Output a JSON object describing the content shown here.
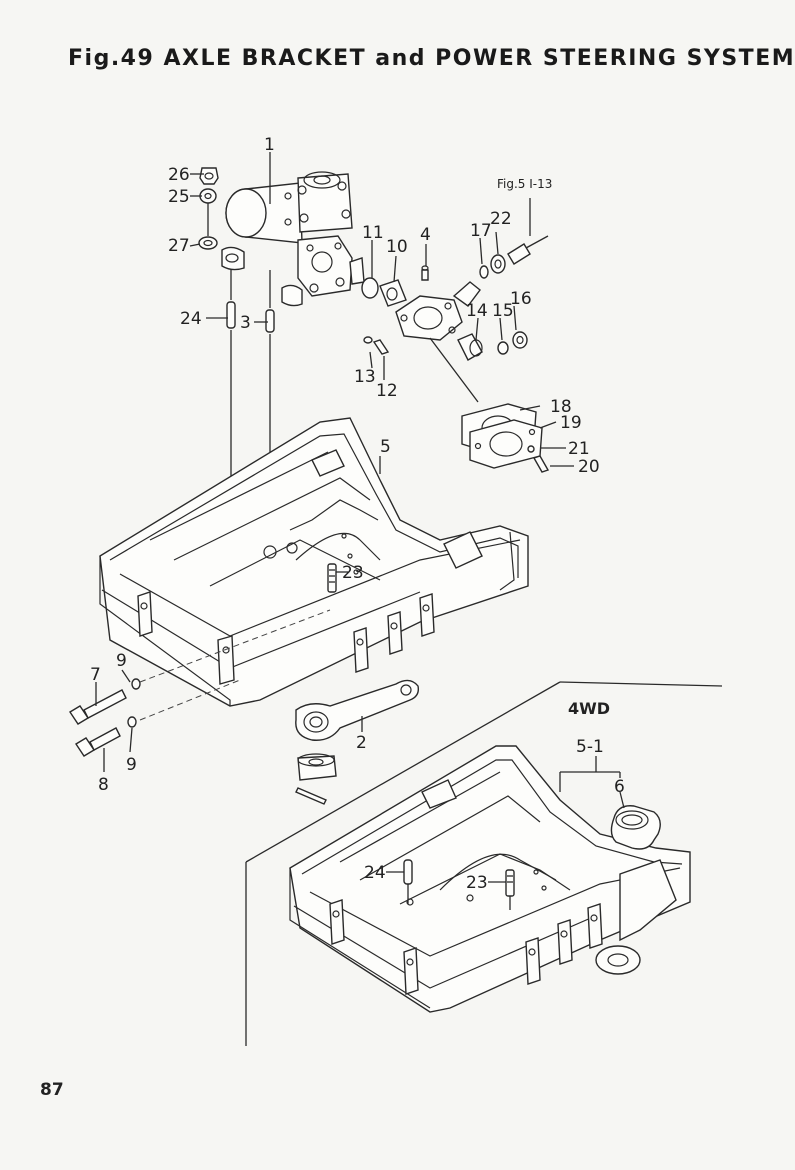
{
  "title": "Fig.49 AXLE BRACKET and POWER STEERING SYSTEM",
  "page_number": "87",
  "reference_note": "Fig.5 I-13",
  "variant_label": "4WD",
  "callouts": {
    "c1": "1",
    "c2": "2",
    "c3": "3",
    "c4": "4",
    "c5": "5",
    "c5_1": "5-1",
    "c6": "6",
    "c7": "7",
    "c8": "8",
    "c9a": "9",
    "c9b": "9",
    "c10": "10",
    "c11": "11",
    "c12": "12",
    "c13": "13",
    "c14": "14",
    "c15": "15",
    "c16": "16",
    "c17": "17",
    "c18": "18",
    "c19": "19",
    "c20": "20",
    "c21": "21",
    "c22": "22",
    "c23a": "23",
    "c23b": "23",
    "c24a": "24",
    "c24b": "24",
    "c25": "25",
    "c26": "26",
    "c27": "27"
  }
}
